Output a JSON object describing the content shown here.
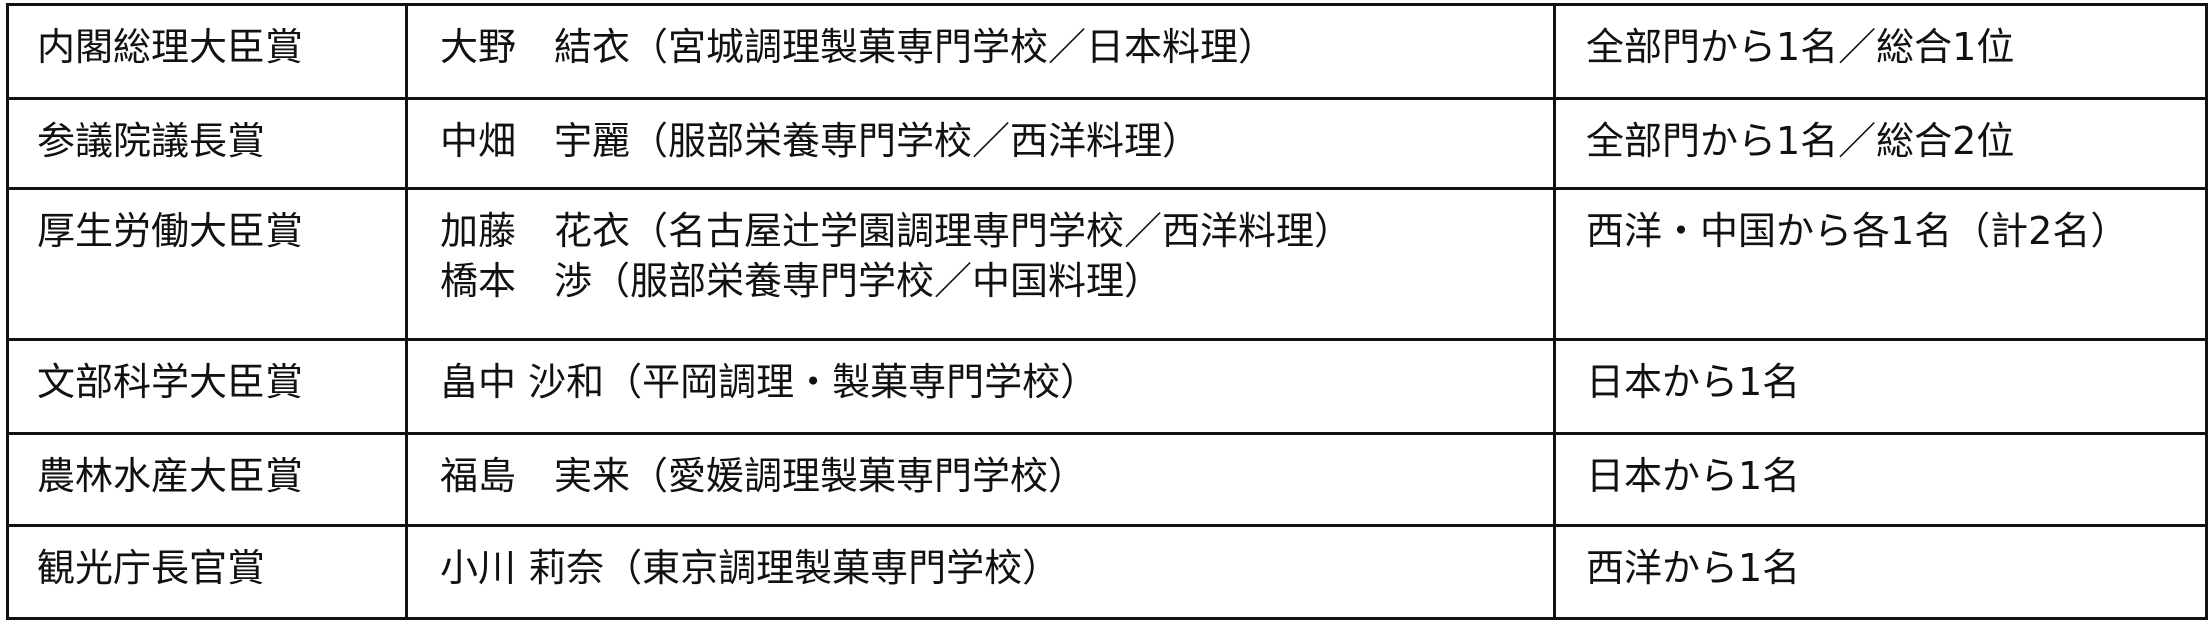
{
  "awards_table": {
    "rows": [
      {
        "award": "内閣総理大臣賞",
        "winners": [
          "大野　結衣（宮城調理製菓専門学校／日本料理）"
        ],
        "note": "全部門から1名／総合1位"
      },
      {
        "award": "参議院議長賞",
        "winners": [
          "中畑　宇麗（服部栄養専門学校／西洋料理）"
        ],
        "note": "全部門から1名／総合2位"
      },
      {
        "award": "厚生労働大臣賞",
        "winners": [
          "加藤　花衣（名古屋辻学園調理専門学校／西洋料理）",
          "橋本　渉（服部栄養専門学校／中国料理）"
        ],
        "note": "西洋・中国から各1名（計2名）"
      },
      {
        "award": "文部科学大臣賞",
        "winners": [
          "畠中 沙和（平岡調理・製菓専門学校）"
        ],
        "note": "日本から1名"
      },
      {
        "award": "農林水産大臣賞",
        "winners": [
          "福島　実来（愛媛調理製菓専門学校）"
        ],
        "note": "日本から1名"
      },
      {
        "award": "観光庁長官賞",
        "winners": [
          "小川 莉奈（東京調理製菓専門学校）"
        ],
        "note": "西洋から1名"
      }
    ]
  }
}
